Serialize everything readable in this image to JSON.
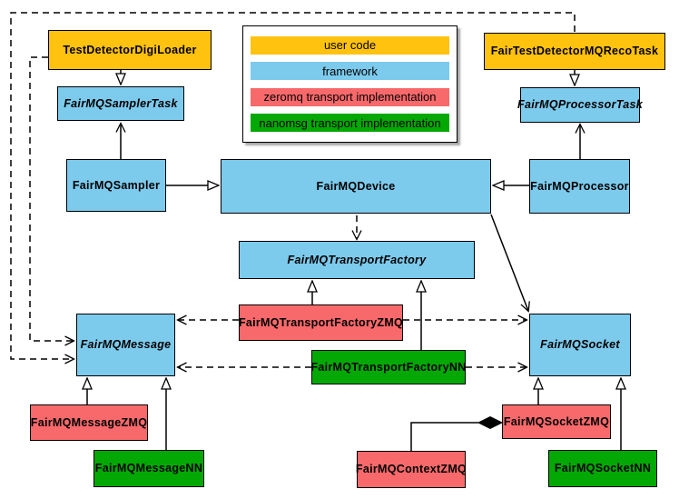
{
  "colors": {
    "user_code": "#FFC20E",
    "framework": "#7CCAEC",
    "zeromq": "#F8696B",
    "nanomsg": "#04A804"
  },
  "legend": {
    "items": [
      {
        "label": "user code",
        "type": "user_code"
      },
      {
        "label": "framework",
        "type": "framework"
      },
      {
        "label": "zeromq transport implementation",
        "type": "zeromq"
      },
      {
        "label": "nanomsg transport implementation",
        "type": "nanomsg"
      }
    ]
  },
  "nodes": {
    "test_detector_digi_loader": {
      "label": "TestDetectorDigiLoader",
      "type": "user_code",
      "abstract": false
    },
    "fair_mq_sampler_task": {
      "label": "FairMQSamplerTask",
      "type": "framework",
      "abstract": true
    },
    "fair_mq_sampler": {
      "label": "FairMQSampler",
      "type": "framework",
      "abstract": false
    },
    "fair_mq_device": {
      "label": "FairMQDevice",
      "type": "framework",
      "abstract": false
    },
    "fair_mq_processor": {
      "label": "FairMQProcessor",
      "type": "framework",
      "abstract": false
    },
    "fair_mq_processor_task": {
      "label": "FairMQProcessorTask",
      "type": "framework",
      "abstract": true
    },
    "fair_test_detector_mq_reco_task": {
      "label": "FairTestDetectorMQRecoTask",
      "type": "user_code",
      "abstract": false
    },
    "fair_mq_transport_factory": {
      "label": "FairMQTransportFactory",
      "type": "framework",
      "abstract": true
    },
    "fair_mq_transport_factory_zmq": {
      "label": "FairMQTransportFactoryZMQ",
      "type": "zeromq",
      "abstract": false
    },
    "fair_mq_transport_factory_nn": {
      "label": "FairMQTransportFactoryNN",
      "type": "nanomsg",
      "abstract": false
    },
    "fair_mq_message": {
      "label": "FairMQMessage",
      "type": "framework",
      "abstract": true
    },
    "fair_mq_socket": {
      "label": "FairMQSocket",
      "type": "framework",
      "abstract": true
    },
    "fair_mq_message_zmq": {
      "label": "FairMQMessageZMQ",
      "type": "zeromq",
      "abstract": false
    },
    "fair_mq_message_nn": {
      "label": "FairMQMessageNN",
      "type": "nanomsg",
      "abstract": false
    },
    "fair_mq_socket_zmq": {
      "label": "FairMQSocketZMQ",
      "type": "zeromq",
      "abstract": false
    },
    "fair_mq_socket_nn": {
      "label": "FairMQSocketNN",
      "type": "nanomsg",
      "abstract": false
    },
    "fair_mq_context_zmq": {
      "label": "FairMQContextZMQ",
      "type": "zeromq",
      "abstract": false
    }
  },
  "relationships": [
    {
      "from": "TestDetectorDigiLoader",
      "to": "FairMQSamplerTask",
      "kind": "inheritance"
    },
    {
      "from": "FairMQSampler",
      "to": "FairMQSamplerTask",
      "kind": "association"
    },
    {
      "from": "FairMQSampler",
      "to": "FairMQDevice",
      "kind": "inheritance"
    },
    {
      "from": "FairMQProcessor",
      "to": "FairMQDevice",
      "kind": "inheritance"
    },
    {
      "from": "FairMQProcessor",
      "to": "FairMQProcessorTask",
      "kind": "association"
    },
    {
      "from": "FairTestDetectorMQRecoTask",
      "to": "FairMQProcessorTask",
      "kind": "inheritance"
    },
    {
      "from": "FairTestDetectorMQRecoTask",
      "to": "FairMQMessage",
      "kind": "dependency"
    },
    {
      "from": "TestDetectorDigiLoader",
      "to": "FairMQMessage",
      "kind": "dependency"
    },
    {
      "from": "FairMQDevice",
      "to": "FairMQTransportFactory",
      "kind": "dependency"
    },
    {
      "from": "FairMQDevice",
      "to": "FairMQSocket",
      "kind": "association"
    },
    {
      "from": "FairMQTransportFactoryZMQ",
      "to": "FairMQTransportFactory",
      "kind": "inheritance"
    },
    {
      "from": "FairMQTransportFactoryNN",
      "to": "FairMQTransportFactory",
      "kind": "inheritance"
    },
    {
      "from": "FairMQTransportFactoryZMQ",
      "to": "FairMQMessage",
      "kind": "dependency"
    },
    {
      "from": "FairMQTransportFactoryZMQ",
      "to": "FairMQSocket",
      "kind": "dependency"
    },
    {
      "from": "FairMQTransportFactoryNN",
      "to": "FairMQMessage",
      "kind": "dependency"
    },
    {
      "from": "FairMQTransportFactoryNN",
      "to": "FairMQSocket",
      "kind": "dependency"
    },
    {
      "from": "FairMQMessageZMQ",
      "to": "FairMQMessage",
      "kind": "inheritance"
    },
    {
      "from": "FairMQMessageNN",
      "to": "FairMQMessage",
      "kind": "inheritance"
    },
    {
      "from": "FairMQSocketZMQ",
      "to": "FairMQSocket",
      "kind": "inheritance"
    },
    {
      "from": "FairMQSocketNN",
      "to": "FairMQSocket",
      "kind": "inheritance"
    },
    {
      "from": "FairMQContextZMQ",
      "to": "FairMQSocketZMQ",
      "kind": "composition"
    }
  ]
}
